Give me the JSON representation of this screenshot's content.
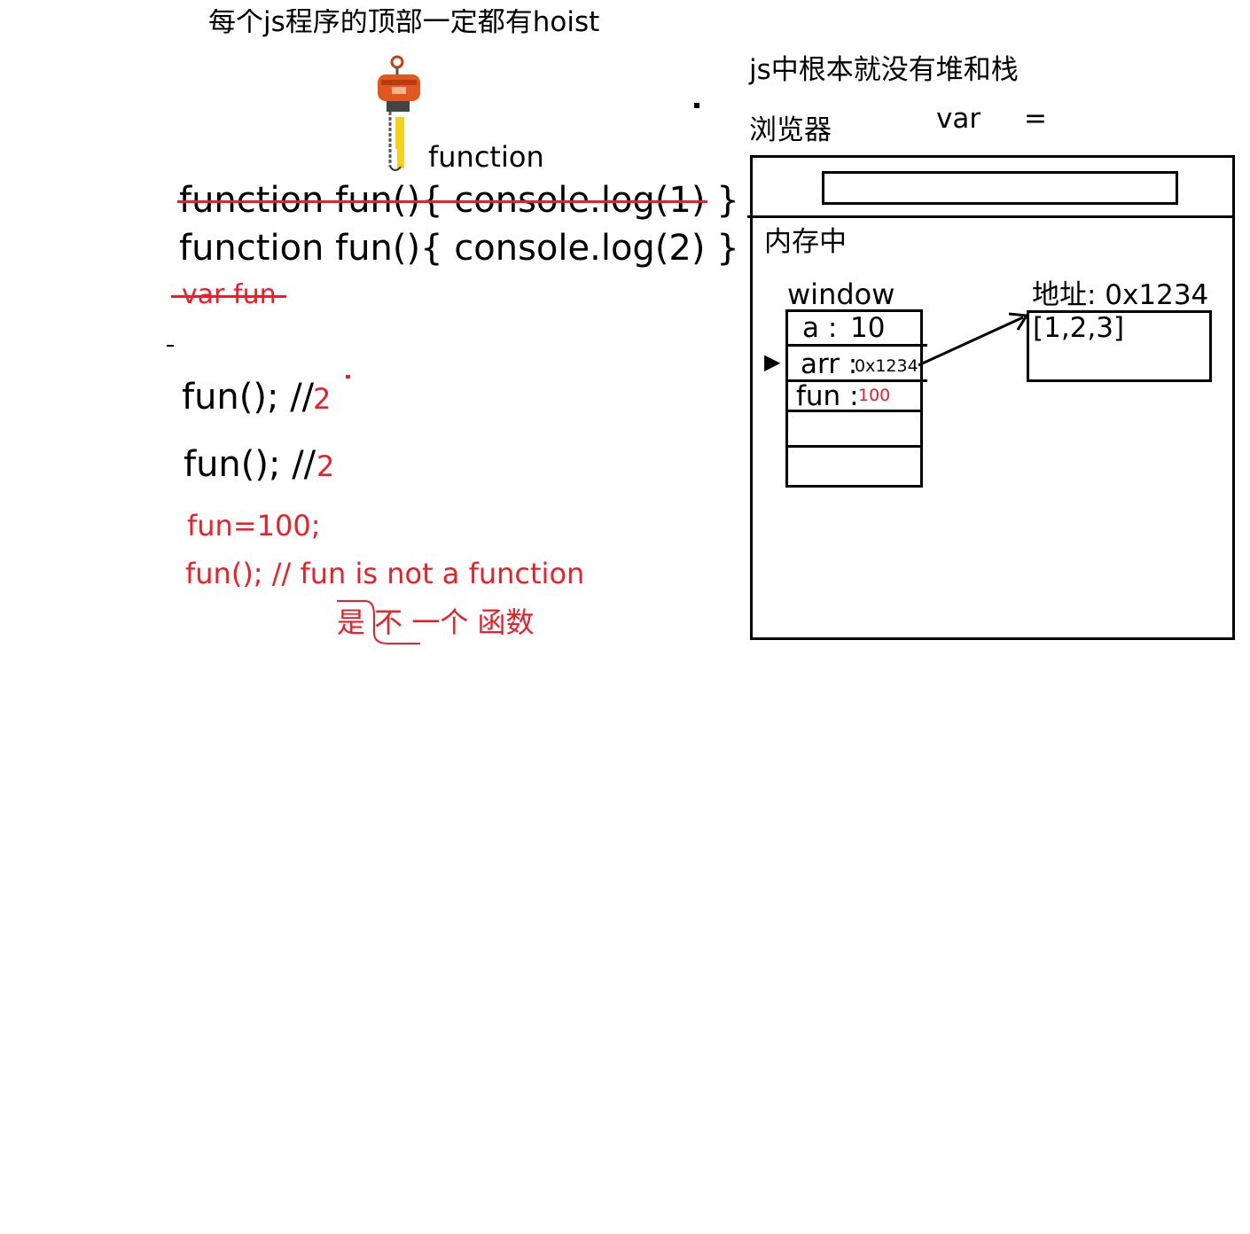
{
  "left": {
    "title": "每个js程序的顶部一定都有hoist",
    "hoist_label": "function",
    "code_struck_1": "function fun(){ console.log(1) }",
    "code_line_2": "function fun(){ console.log(2) }",
    "code_struck_var": "var fun",
    "call_1": "fun(); //",
    "call_1_answer": "2",
    "call_2": "fun(); //",
    "call_2_answer": "2",
    "assign": "fun=100;",
    "call_3": "fun(); // fun is not a function",
    "note": "是 不 一个 函数"
  },
  "right": {
    "heading": "js中根本就没有堆和栈",
    "browser_label": "浏览器",
    "var_label": "var",
    "eq_label": "=",
    "memory_label": "内存中",
    "window_label": "window",
    "slots": [
      {
        "name": "a :",
        "value": "10"
      },
      {
        "name": "arr :",
        "value": "0x1234"
      },
      {
        "name": "fun :",
        "value": "100"
      }
    ],
    "address_label": "地址: 0x1234",
    "array_value": "[1,2,3]"
  },
  "colors": {
    "ink": "#000000",
    "annotation": "#e8202a",
    "hoist_orange": "#e2571e",
    "hoist_yellow": "#f2d21b"
  }
}
